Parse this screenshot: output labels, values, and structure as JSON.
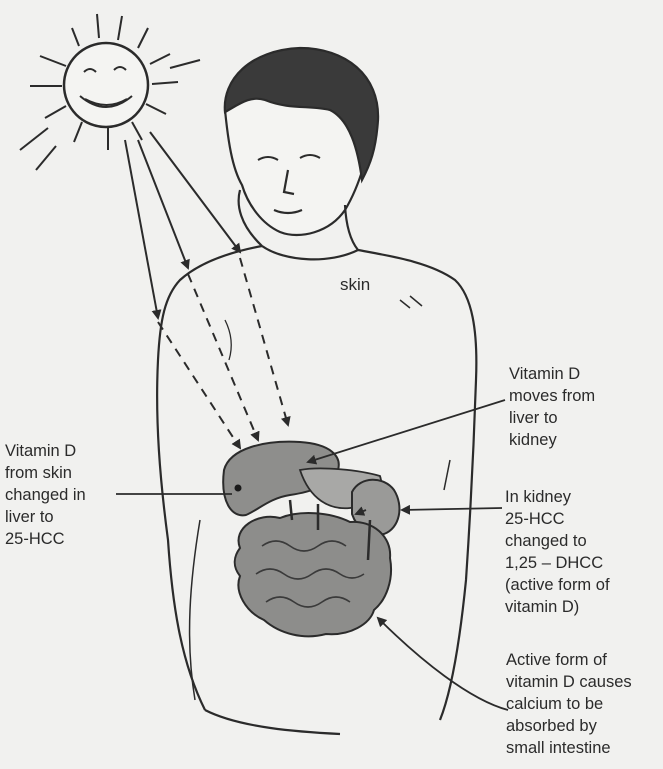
{
  "diagram": {
    "skin_label": "skin",
    "liver_label": [
      "Vitamin D",
      "from skin",
      "changed in",
      "liver to",
      "25-HCC"
    ],
    "kidney_move_label": [
      "Vitamin D",
      "moves from",
      "liver to",
      "kidney"
    ],
    "kidney_convert_label": [
      "In kidney",
      "25-HCC",
      "changed to",
      "1,25 – DHCC",
      "(active form of",
      "vitamin D)"
    ],
    "intestine_label": [
      "Active form of",
      "vitamin D causes",
      "calcium to be",
      "absorbed by",
      "small intestine"
    ]
  }
}
